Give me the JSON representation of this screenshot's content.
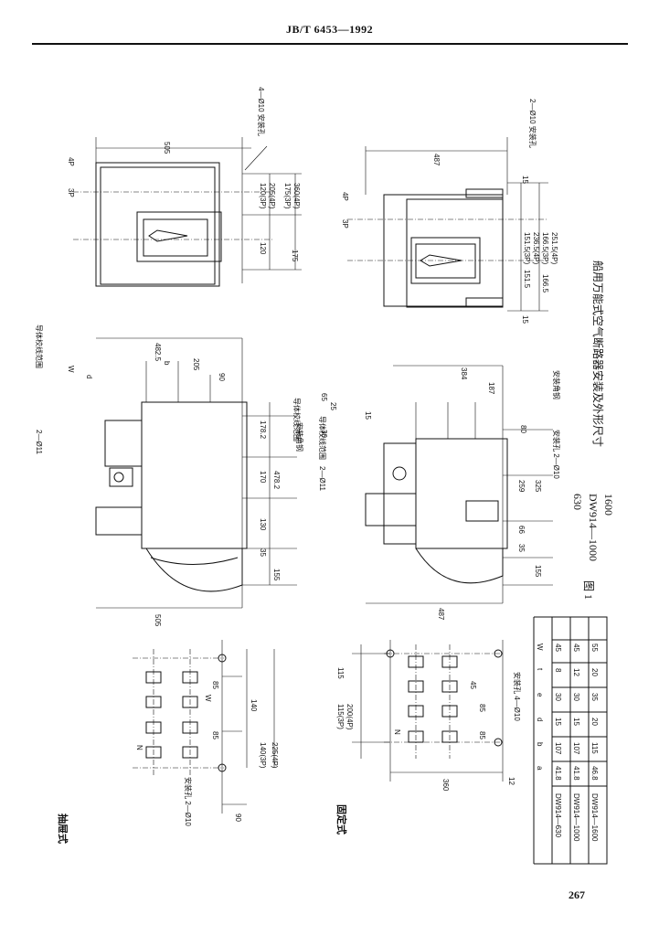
{
  "header": {
    "standard": "JB/T 6453—1992"
  },
  "page_number": "267",
  "figure": {
    "number": "图 1",
    "model_630": "630",
    "model_1000": "DW914—1000",
    "model_1600": "1600",
    "caption": "船用万能式空气断路器安装及外形尺寸"
  },
  "sections": {
    "drawout": "抽屉式",
    "fixed": "固定式"
  },
  "labels": {
    "mount_hole_4_10_a": "4—Ø10 安装孔",
    "mount_hole_4_10_b": "2—Ø10 安装孔",
    "mount_hole_2_10": "安装孔 2—Ø10",
    "mount_hole_4_10_c": "安装孔 4—Ø10",
    "hole_2_11_a": "2—Ø11",
    "hole_2_11_b": "2—Ø11",
    "conductor_range_a": "导体校线范围",
    "conductor_range_b": "导体校线范围",
    "install_angle_a": "安装角钢",
    "install_angle_b": "安装角钢",
    "install_hole_2_10": "安装孔 2—Ø10",
    "p3": "3P",
    "p4": "4P"
  },
  "dims": {
    "d505a": "505",
    "d487a": "487",
    "d505b": "505",
    "d487b": "487",
    "d4825": "482.5",
    "d205": "205",
    "d90": "90",
    "d1782": "178.2",
    "d170": "170",
    "d4782": "478.2",
    "d130": "130",
    "d35a": "35",
    "d155a": "155",
    "d120a": "120(3P)",
    "d205b": "205(4P)",
    "d175a": "175(3P)",
    "d360": "360(4P)",
    "d120": "120",
    "d175": "175",
    "d384": "384",
    "d187": "187",
    "d80": "80",
    "d259": "259",
    "d325": "325",
    "d66": "66",
    "d35b": "35",
    "d155b": "155",
    "d15a": "15",
    "d1515": "151.5(3P)",
    "d2365": "236.5(4P)",
    "d1665": "166.5(3P)",
    "d2515": "251.5(4P)",
    "d1515b": "151.5",
    "d1665b": "166.5",
    "d15b": "15",
    "d85a": "85",
    "d85b": "85",
    "d140": "140",
    "d1403p": "140(3P)",
    "d2254p": "225(4P)",
    "d90b": "90",
    "d115": "115",
    "d1153p": "115(3P)",
    "d2004p": "200(4P)",
    "d45": "45",
    "d85c": "85",
    "d85d": "85",
    "d360b": "360",
    "d12": "12",
    "d65": "65",
    "d25": "25",
    "d30": "30",
    "d15c": "15",
    "Wlbl": "W",
    "d_lbl": "d",
    "e_lbl": "e",
    "b_lbl": "b",
    "t_lbl": "t",
    "N_lbl": "N"
  },
  "table": {
    "headers": [
      "",
      "a",
      "b",
      "d",
      "e",
      "t",
      "W"
    ],
    "rows": [
      [
        "DW914—630",
        "41.8",
        "107",
        "15",
        "30",
        "8",
        "45"
      ],
      [
        "DW914—1000",
        "41.8",
        "107",
        "15",
        "30",
        "12",
        "45"
      ],
      [
        "DW914—1600",
        "46.8",
        "115",
        "20",
        "35",
        "20",
        "55"
      ]
    ]
  }
}
